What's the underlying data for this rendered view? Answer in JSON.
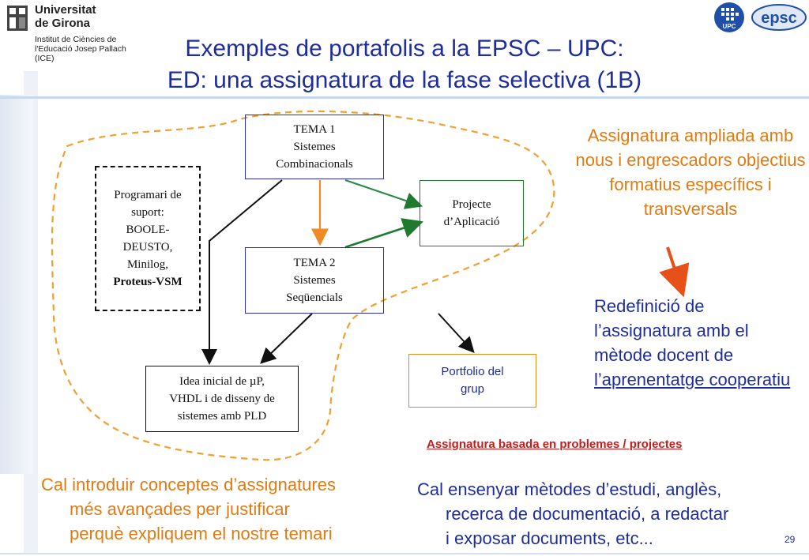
{
  "logos": {
    "udg_name": "Universitat\nde Girona",
    "udg_ice": "Institut de Ciències de\nl'Educació Josep Pallach\n(ICE)",
    "upc_text": "UPC",
    "epsc_text": "epsc"
  },
  "title": {
    "line1": "Exemples de portafolis a la EPSC – UPC:",
    "line2": "ED: una assignatura de la fase selectiva (1B)"
  },
  "diagram": {
    "tema1": "TEMA 1\nSistemes\nCombinacionals",
    "tema2": "TEMA 2\nSistemes\nSeqüencials",
    "projecte": "Projecte\nd’Aplicació",
    "software_lines": [
      "Programari de",
      "suport:",
      "BOOLE-",
      "DEUSTO,",
      "Minilog,"
    ],
    "software_bold": "Proteus-VSM",
    "idea": "Idea inicial de µP,\nVHDL i de disseny de\nsistemes amb PLD",
    "portfolio": "Portfolio del\ngrup"
  },
  "right": {
    "ampliada": "Assignatura ampliada amb nous i engrescadors objectius formatius específics i transversals",
    "redef_plain": "Redefinició de l’assignatura amb el mètode docent de ",
    "redef_link": "l’aprenentatge cooperatiu"
  },
  "apb": "Assignatura basada en problemes / projectes",
  "bottom": {
    "left_l1": "Cal introduir conceptes d’assignatures",
    "left_l2": "més avançades per justificar",
    "left_l3": "perquè expliquem el nostre temari",
    "right_l1": "Cal ensenyar mètodes d’estudi, anglès,",
    "right_l2": "recerca de documentació, a redactar",
    "right_l3": "i exposar documents, etc..."
  },
  "page_number": "29",
  "colors": {
    "title_blue": "#1f2d9c",
    "orange": "#e07a12",
    "green": "#1f7a2e",
    "red": "#cc1a1a"
  }
}
